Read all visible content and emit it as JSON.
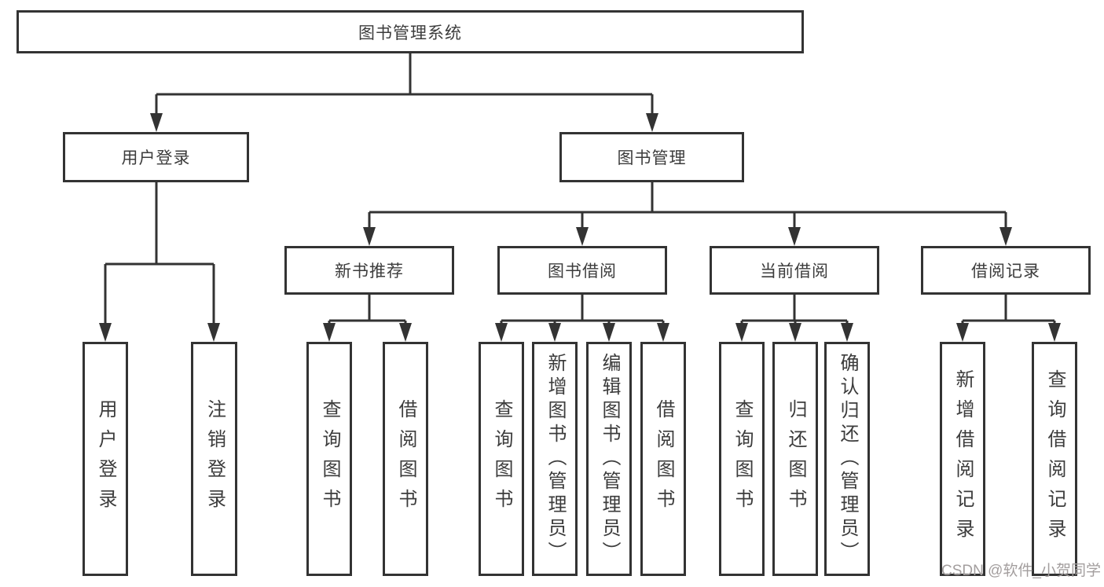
{
  "colors": {
    "line": "#333333",
    "text": "#3c3c3c",
    "background": "#ffffff",
    "watermark": "#a39e9e"
  },
  "root": {
    "label": "图书管理系统"
  },
  "level2": {
    "user_login": {
      "label": "用户登录"
    },
    "book_mgmt": {
      "label": "图书管理"
    }
  },
  "level3": {
    "new_book": {
      "label": "新书推荐"
    },
    "book_borrow": {
      "label": "图书借阅"
    },
    "current_borrow": {
      "label": "当前借阅"
    },
    "borrow_record": {
      "label": "借阅记录"
    }
  },
  "leaves": {
    "user_login": [
      "用户登录",
      "注销登录"
    ],
    "new_book": [
      "查询图书",
      "借阅图书"
    ],
    "book_borrow": [
      "查询图书",
      "新增图书（管理员）",
      "编辑图书（管理员）",
      "借阅图书"
    ],
    "current_borrow": [
      "查询图书",
      "归还图书",
      "确认归还（管理员）"
    ],
    "borrow_record": [
      "新增借阅记录",
      "查询借阅记录"
    ]
  },
  "watermark": {
    "text": "CSDN @软件_小贺同学"
  }
}
